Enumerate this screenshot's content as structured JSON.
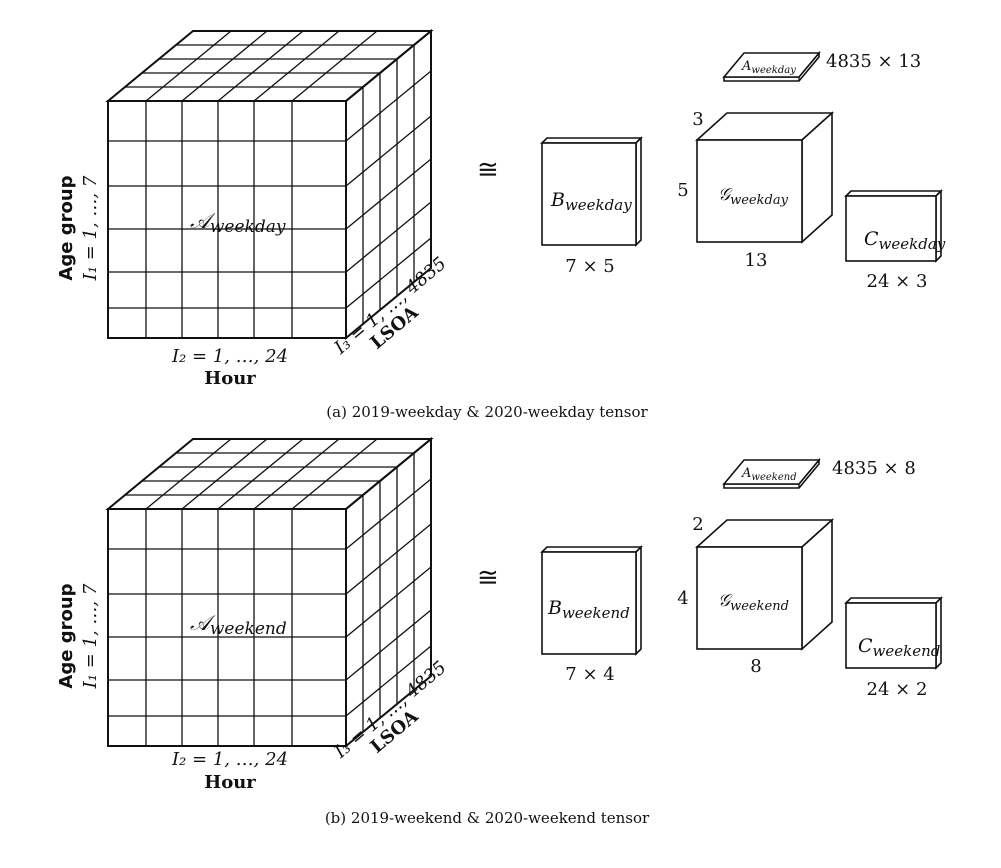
{
  "panel_a": {
    "tensor_label_base": "𝒜",
    "tensor_label_sub": "weekday",
    "axis1_bold": "Age group",
    "axis1_range": "I₁ = 1, …, 7",
    "axis2_range": "I₂ = 1, …, 24",
    "axis2_bold": "Hour",
    "axis3_range": "I₃ = 1, …, 4835",
    "axis3_bold": "LSOA",
    "approx": "≅",
    "B_base": "B",
    "B_sub": "weekday",
    "B_dims": "7 × 5",
    "G_base": "𝒢",
    "G_sub": "weekday",
    "G_top": "3",
    "G_left": "5",
    "G_bottom": "13",
    "C_base": "C",
    "C_sub": "weekday",
    "C_dims": "24 × 3",
    "A_base": "A",
    "A_sub": "weekday",
    "A_dims": "4835 × 13",
    "caption": "(a) 2019-weekday & 2020-weekday tensor"
  },
  "panel_b": {
    "tensor_label_base": "𝒜",
    "tensor_label_sub": "weekend",
    "axis1_bold": "Age group",
    "axis1_range": "I₁ = 1, …, 7",
    "axis2_range": "I₂ = 1, …, 24",
    "axis2_bold": "Hour",
    "axis3_range": "I₃ = 1, …, 4835",
    "axis3_bold": "LSOA",
    "approx": "≅",
    "B_base": "B",
    "B_sub": "weekend",
    "B_dims": "7 × 4",
    "G_base": "𝒢",
    "G_sub": "weekend",
    "G_top": "2",
    "G_left": "4",
    "G_bottom": "8",
    "C_base": "C",
    "C_sub": "weekend",
    "C_dims": "24 × 2",
    "A_base": "A",
    "A_sub": "weekend",
    "A_dims": "4835 × 8",
    "caption": "(b) 2019-weekend & 2020-weekend tensor"
  }
}
